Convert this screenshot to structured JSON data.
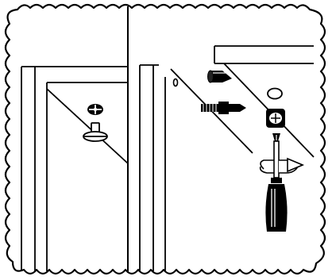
{
  "diagram": {
    "panels": [
      {
        "content": [
          "cabinet-frame-corner",
          "cam-lock-top-view",
          "cam-lock-side-view"
        ]
      },
      {
        "content": [
          "cabinet-frame-corner",
          "pre-drilled-hole",
          "horizontal-panel",
          "cam-dowel-in-panel",
          "cam-dowel-loose",
          "cam-lock-housing",
          "screwdriver",
          "rotation-arrow"
        ]
      }
    ],
    "colors": {
      "ink": "#000000",
      "paper": "#ffffff"
    }
  }
}
